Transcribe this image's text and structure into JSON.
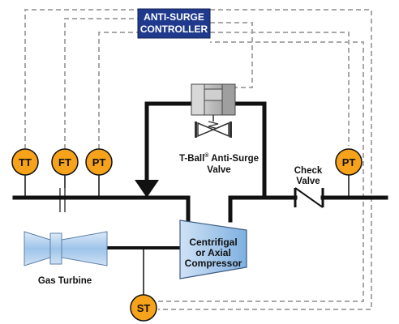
{
  "controller": {
    "line1": "ANTI-SURGE",
    "line2": "CONTROLLER"
  },
  "instruments": {
    "tt": "TT",
    "ft": "FT",
    "pt_inlet": "PT",
    "pt_outlet": "PT",
    "st": "ST"
  },
  "labels": {
    "valve_line1": "T-Ball",
    "valve_reg": "®",
    "valve_line1_rest": " Anti-Surge",
    "valve_line2": "Valve",
    "check_valve_line1": "Check",
    "check_valve_line2": "Valve",
    "compressor_line1": "Centrifigal",
    "compressor_line2": "or Axial",
    "compressor_line3": "Compressor",
    "gas_turbine": "Gas Turbine"
  },
  "colors": {
    "controller_fill": "#1f3a8c",
    "instrument_fill": "#f7a21b",
    "compressor_fill": "#9cc3ea",
    "turbine_fill": "#a9cbe9",
    "actuator_fill": "#bdbdbd",
    "signal_line": "#a8a8a8",
    "pipe": "#111111"
  }
}
